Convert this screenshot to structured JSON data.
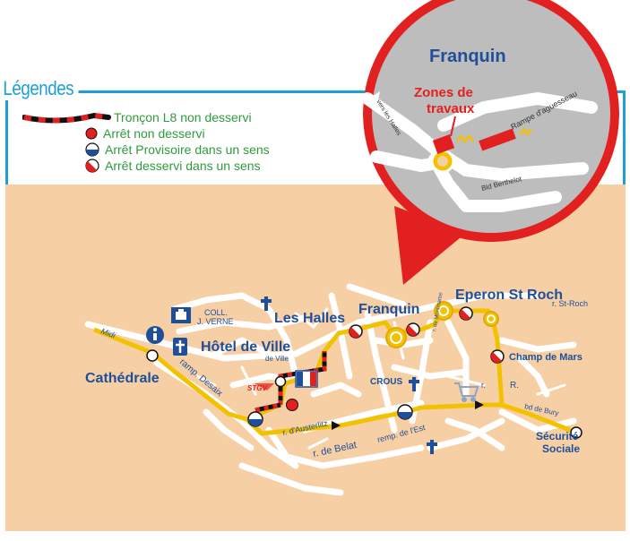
{
  "legend": {
    "title": "Légendes",
    "items": [
      {
        "label": "Tronçon L8 non desservi",
        "symbol": "route-segment-icon"
      },
      {
        "label": "Arrêt non desservi",
        "symbol": "red-dot-icon"
      },
      {
        "label": "Arrêt Provisoire dans un sens",
        "symbol": "half-blue-stop-icon"
      },
      {
        "label": "Arrêt desservi dans un sens",
        "symbol": "half-red-stop-icon"
      }
    ]
  },
  "inset": {
    "title": "Franquin",
    "zones_label_line1": "Zones de",
    "zones_label_line2": "travaux",
    "streets": [
      "vers les Halles",
      "Rampe d'aguesseau",
      "Bld Berthelot"
    ]
  },
  "map": {
    "stops": {
      "cathedrale": "Cathédrale",
      "hotel_de_ville": "Hôtel de Ville",
      "les_halles": "Les Halles",
      "franquin": "Franquin",
      "eperon": "Eperon St Roch",
      "champ_de_mars": "Champ de Mars",
      "securite_line1": "Sécurité",
      "securite_line2": "Sociale"
    },
    "places": {
      "coll_line1": "COLL.",
      "coll_line2": "J. VERNE",
      "crous": "CROUS",
      "stgv": "STGV"
    },
    "streets": {
      "midi": "Midi",
      "ramp_desaix": "ramp. Desaix",
      "de_ville": "de Ville",
      "austerlitz": "r. d'Austerlitz",
      "belat": "r.  de  Belat",
      "remp_est": "remp. de l'Est",
      "bd_bury": "bd de Bury",
      "st_roch": "r. St-Roch",
      "r": "r.",
      "r_dot": "R.",
      "montmartre": "r. de Montmartre"
    }
  },
  "colors": {
    "background_map": "#f6cfa5",
    "route": "#f2c200",
    "legend_border": "#1e9fd6",
    "legend_text": "#2f9b3c",
    "stop_label": "#1f4f9a",
    "red": "#e32020",
    "inset_bg": "#bdbdbd"
  }
}
